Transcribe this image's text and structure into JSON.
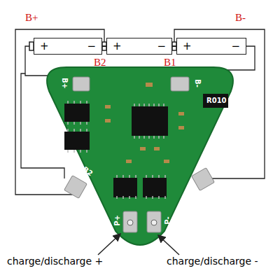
{
  "diagram": {
    "nodes": [
      {
        "text": [
          "+",
          "−"
        ]
      },
      {
        "text": [
          "+",
          "−"
        ]
      },
      {
        "text": [
          "+",
          "−"
        ]
      }
    ],
    "edges": [
      {
        "from": 0,
        "to": 1,
        "arrow": "none"
      },
      {
        "from": 1,
        "to": 2,
        "arrow": "none"
      }
    ],
    "labels": [
      "B+",
      "B2",
      "B1",
      "B-",
      "B+",
      "B-",
      "B2",
      "P+",
      "P-",
      "R010",
      "charge/discharge +",
      "charge/discharge -"
    ]
  }
}
